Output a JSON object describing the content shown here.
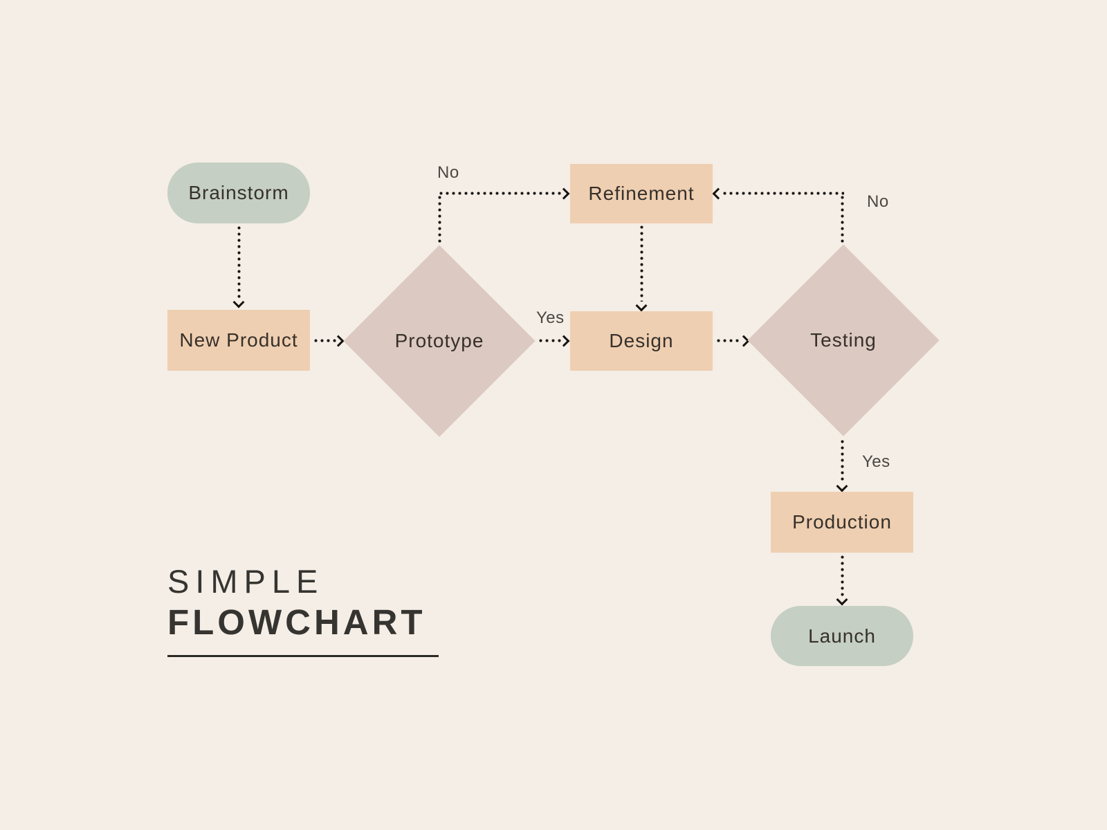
{
  "title": {
    "line1": "SIMPLE",
    "line2": "FLOWCHART"
  },
  "nodes": {
    "brainstorm": {
      "label": "Brainstorm",
      "type": "terminal"
    },
    "new_product": {
      "label": "New Product",
      "type": "process"
    },
    "prototype": {
      "label": "Prototype",
      "type": "decision"
    },
    "refinement": {
      "label": "Refinement",
      "type": "process"
    },
    "design": {
      "label": "Design",
      "type": "process"
    },
    "testing": {
      "label": "Testing",
      "type": "decision"
    },
    "production": {
      "label": "Production",
      "type": "process"
    },
    "launch": {
      "label": "Launch",
      "type": "terminal"
    }
  },
  "edge_labels": {
    "prototype_no": "No",
    "prototype_yes": "Yes",
    "testing_no": "No",
    "testing_yes": "Yes"
  },
  "colors": {
    "background": "#f4eee6",
    "terminal": "#c5cfc3",
    "process": "#efcfb1",
    "decision": "#dcc9c1",
    "connector": "#17130f",
    "node_text": "#36302b",
    "label_text": "#4b4742",
    "title_text": "#363430"
  }
}
